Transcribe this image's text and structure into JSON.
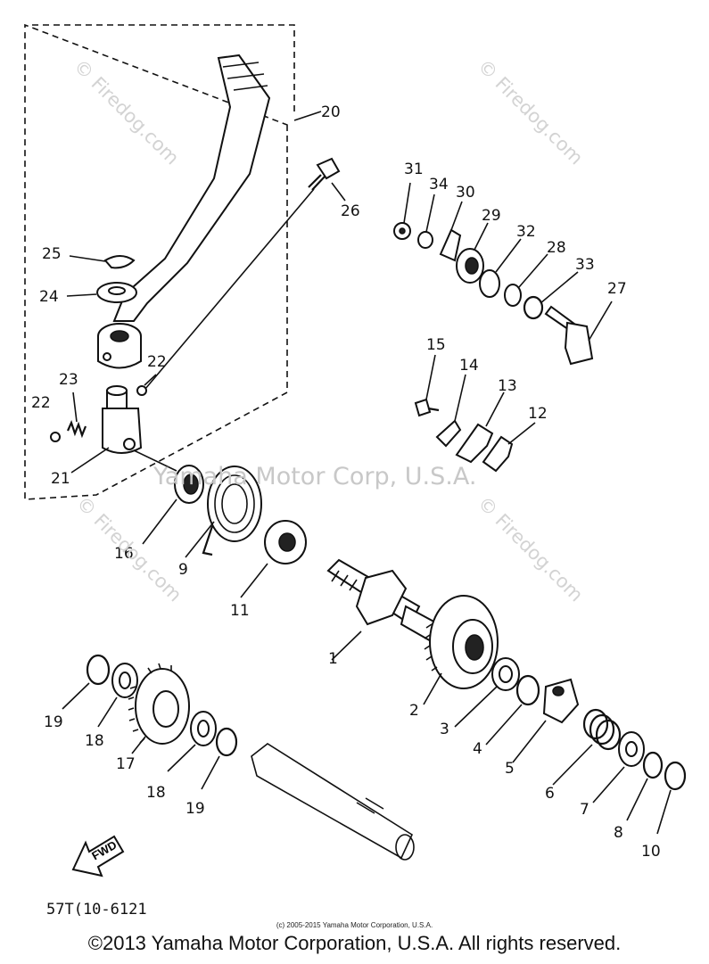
{
  "callouts": {
    "p1": "1",
    "p2": "2",
    "p3": "3",
    "p4": "4",
    "p5": "5",
    "p6": "6",
    "p7": "7",
    "p8": "8",
    "p9": "9",
    "p10": "10",
    "p11": "11",
    "p12": "12",
    "p13": "13",
    "p14": "14",
    "p15": "15",
    "p16": "16",
    "p17": "17",
    "p18a": "18",
    "p18b": "18",
    "p19a": "19",
    "p19b": "19",
    "p20": "20",
    "p21": "21",
    "p22a": "22",
    "p22b": "22",
    "p23": "23",
    "p24": "24",
    "p25": "25",
    "p26": "26",
    "p27": "27",
    "p28": "28",
    "p29": "29",
    "p30": "30",
    "p31": "31",
    "p32": "32",
    "p33": "33",
    "p34": "34"
  },
  "fwd_label": "FWD",
  "diagram_code": "57T(10-6121",
  "watermark": {
    "site": "© Firedog.com",
    "center": "Yamaha Motor Corp, U.S.A."
  },
  "footer": {
    "small": "(c) 2005-2015 Yamaha Motor Corporation, U.S.A.",
    "main": "©2013 Yamaha Motor Corporation, U.S.A. All rights reserved."
  }
}
